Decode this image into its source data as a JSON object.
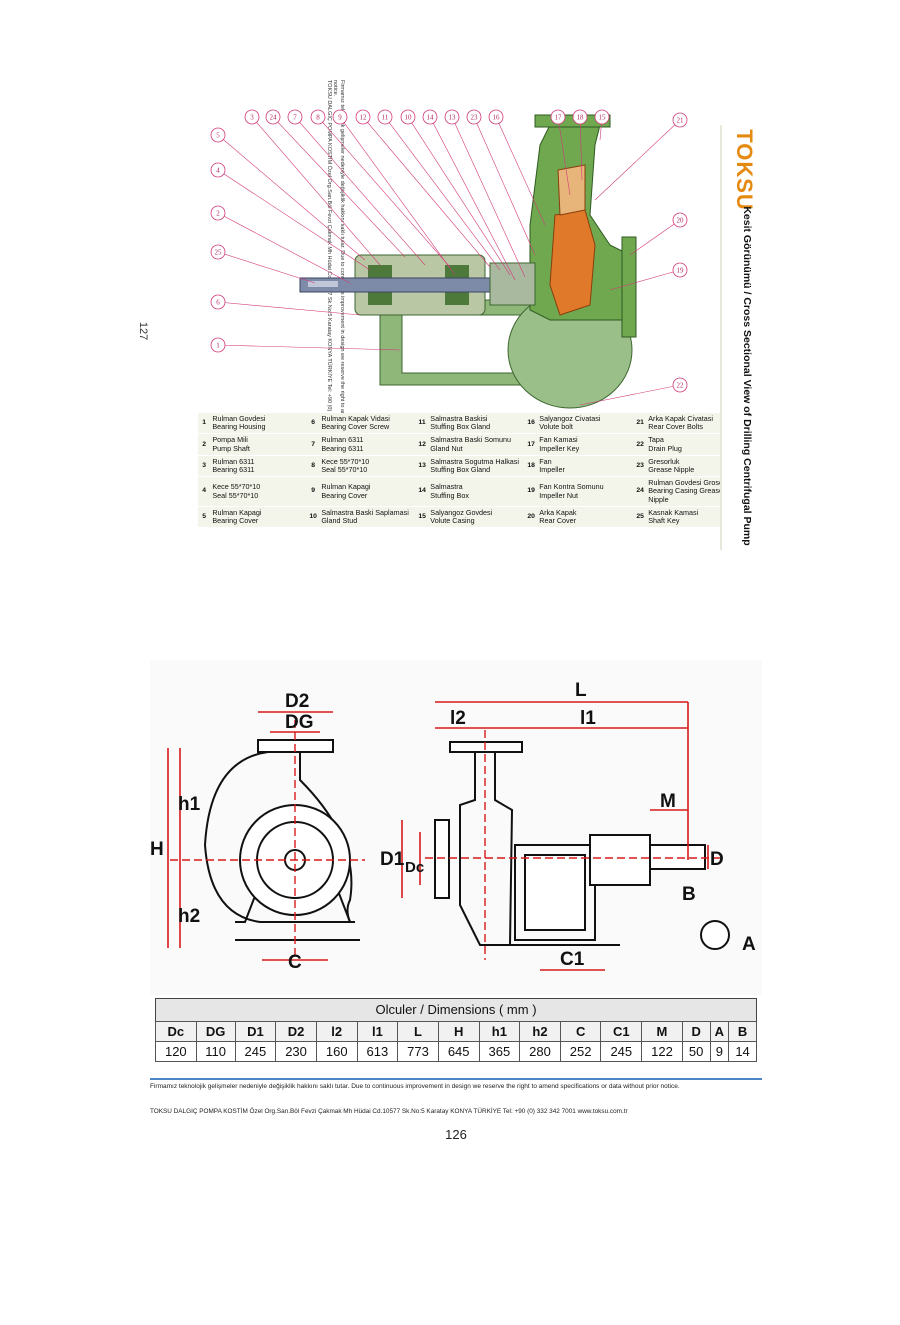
{
  "page127": {
    "page_number": "127",
    "side_note": "Firmamız teknolojik gelişmeler nedeniyle değişiklik hakkını saklı tutar. Due to continuous improvement in design we reserve the right to amend specifications or data without prior notice.",
    "side_address": "TOKSU DALGIÇ POMPA KOSTİM Özel Org.San.Böl Fevzi Çakmak Mh Hüdai Cd.10577 Sk.No:5 Karatay KONYA TÜRKİYE Tel: +90 (0) 332 342 7001 www.toksu.com.tr",
    "logo": "TOKSU",
    "title": "Kesit Görünümü / Cross Sectional View of Drilling Centrifugal Pump",
    "callouts": [
      "5",
      "4",
      "2",
      "25",
      "6",
      "1",
      "3",
      "24",
      "7",
      "8",
      "9",
      "12",
      "11",
      "10",
      "14",
      "13",
      "23",
      "16",
      "17",
      "18",
      "15",
      "21",
      "20",
      "19",
      "22"
    ],
    "parts": [
      [
        {
          "n": "1",
          "tr": "Rulman Govdesi",
          "en": "Bearing Housing"
        },
        {
          "n": "6",
          "tr": "Rulman Kapak Vidasi",
          "en": "Bearing Cover Screw"
        },
        {
          "n": "11",
          "tr": "Salmastra Baskisi",
          "en": "Stuffing Box Gland"
        },
        {
          "n": "16",
          "tr": "Salyangoz Civatasi",
          "en": "Volute bolt"
        },
        {
          "n": "21",
          "tr": "Arka Kapak Civatasi",
          "en": "Rear Cover Bolts"
        }
      ],
      [
        {
          "n": "2",
          "tr": "Pompa Mili",
          "en": "Pump Shaft"
        },
        {
          "n": "7",
          "tr": "Rulman 6311",
          "en": "Bearing 6311"
        },
        {
          "n": "12",
          "tr": "Salmastra Baski Somunu",
          "en": "Gland Nut"
        },
        {
          "n": "17",
          "tr": "Fan Kamasi",
          "en": "Impeller Key"
        },
        {
          "n": "22",
          "tr": "Tapa",
          "en": "Drain Plug"
        }
      ],
      [
        {
          "n": "3",
          "tr": "Rulman 6311",
          "en": "Bearing 6311"
        },
        {
          "n": "8",
          "tr": "Kece 55*70*10",
          "en": "Seal 55*70*10"
        },
        {
          "n": "13",
          "tr": "Salmastra Sogutma Halkasi",
          "en": "Stuffing Box Gland"
        },
        {
          "n": "18",
          "tr": "Fan",
          "en": "Impeller"
        },
        {
          "n": "23",
          "tr": "Gresorluk",
          "en": "Grease Nipple"
        }
      ],
      [
        {
          "n": "4",
          "tr": "Kece 55*70*10",
          "en": "Seal 55*70*10"
        },
        {
          "n": "9",
          "tr": "Rulman Kapagi",
          "en": "Bearing Cover"
        },
        {
          "n": "14",
          "tr": "Salmastra",
          "en": "Stuffing Box"
        },
        {
          "n": "19",
          "tr": "Fan Kontra Somunu",
          "en": "Impeller Nut"
        },
        {
          "n": "24",
          "tr": "Rulman Govdesi Groserlugu",
          "en": "Bearing Casing Grease Nipple"
        }
      ],
      [
        {
          "n": "5",
          "tr": "Rulman Kapagi",
          "en": "Bearing Cover"
        },
        {
          "n": "10",
          "tr": "Salmastra Baski Saplamasi",
          "en": "Gland Stud"
        },
        {
          "n": "15",
          "tr": "Salyangoz Govdesi",
          "en": "Volute Casing"
        },
        {
          "n": "20",
          "tr": "Arka Kapak",
          "en": "Rear Cover"
        },
        {
          "n": "25",
          "tr": "Kasnak Kamasi",
          "en": "Shaft Key"
        }
      ]
    ]
  },
  "page126": {
    "drawing_labels": {
      "D2": "D2",
      "DG": "DG",
      "H": "H",
      "h1": "h1",
      "h2": "h2",
      "C": "C",
      "L": "L",
      "l2": "l2",
      "l1": "l1",
      "M": "M",
      "D1": "D1",
      "Dc": "Dc",
      "D": "D",
      "B": "B",
      "A": "A",
      "C1": "C1"
    },
    "table_title": "Olculer / Dimensions ( mm )",
    "headers": [
      "Dc",
      "DG",
      "D1",
      "D2",
      "l2",
      "l1",
      "L",
      "H",
      "h1",
      "h2",
      "C",
      "C1",
      "M",
      "D",
      "A",
      "B"
    ],
    "values": [
      "120",
      "110",
      "245",
      "230",
      "160",
      "613",
      "773",
      "645",
      "365",
      "280",
      "252",
      "245",
      "122",
      "50",
      "9",
      "14"
    ],
    "note": "Firmamız teknolojik gelişmeler nedeniyle değişiklik hakkını saklı tutar. Due to continuous improvement in design we reserve the right to amend specifications or data without prior notice.",
    "address": "TOKSU DALGIÇ POMPA KOSTİM Özel Org.San.Böl Fevzi Çakmak Mh Hüdai Cd.10577 Sk.No:5 Karatay KONYA TÜRKİYE Tel: +90 (0) 332 342 7001 www.toksu.com.tr",
    "page_number": "126"
  },
  "colors": {
    "casing": "#6fa84f",
    "impeller": "#e07a2a",
    "shaft": "#7d8ba8",
    "callout": "#d23a7a",
    "accent": "#e58a10",
    "dimension_red": "#d81b1b",
    "rule": "#4a86c5"
  }
}
